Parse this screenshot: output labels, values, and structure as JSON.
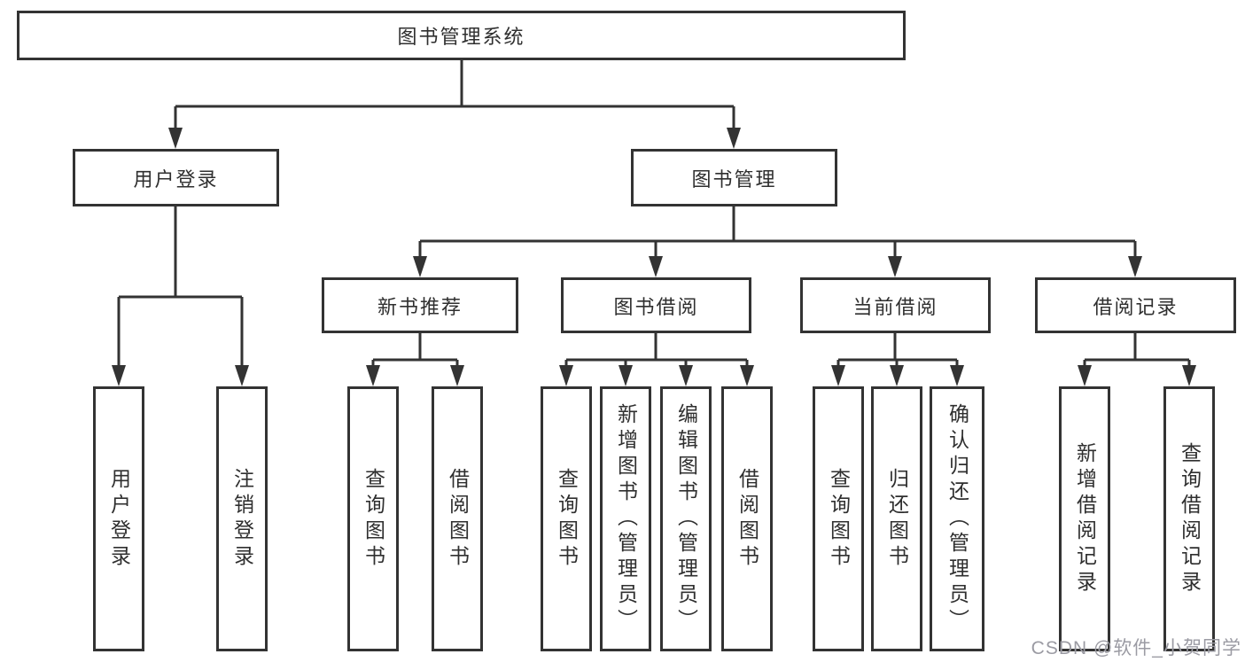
{
  "colors": {
    "line": "#333333",
    "box_border": "#333333",
    "text": "#2f2f2f",
    "watermark": "#9b9ba3",
    "background": "#ffffff"
  },
  "tree": {
    "root": "图书管理系统",
    "branches": [
      {
        "label": "用户登录",
        "children": [
          "用户登录",
          "注销登录"
        ]
      },
      {
        "label": "图书管理",
        "sections": [
          {
            "label": "新书推荐",
            "children": [
              "查询图书",
              "借阅图书"
            ]
          },
          {
            "label": "图书借阅",
            "children": [
              "查询图书",
              "新增图书（管理员）",
              "编辑图书（管理员）",
              "借阅图书"
            ]
          },
          {
            "label": "当前借阅",
            "children": [
              "查询图书",
              "归还图书",
              "确认归还（管理员）"
            ]
          },
          {
            "label": "借阅记录",
            "children": [
              "新增借阅记录",
              "查询借阅记录"
            ]
          }
        ]
      }
    ]
  },
  "watermark": "CSDN @软件_小贺同学"
}
